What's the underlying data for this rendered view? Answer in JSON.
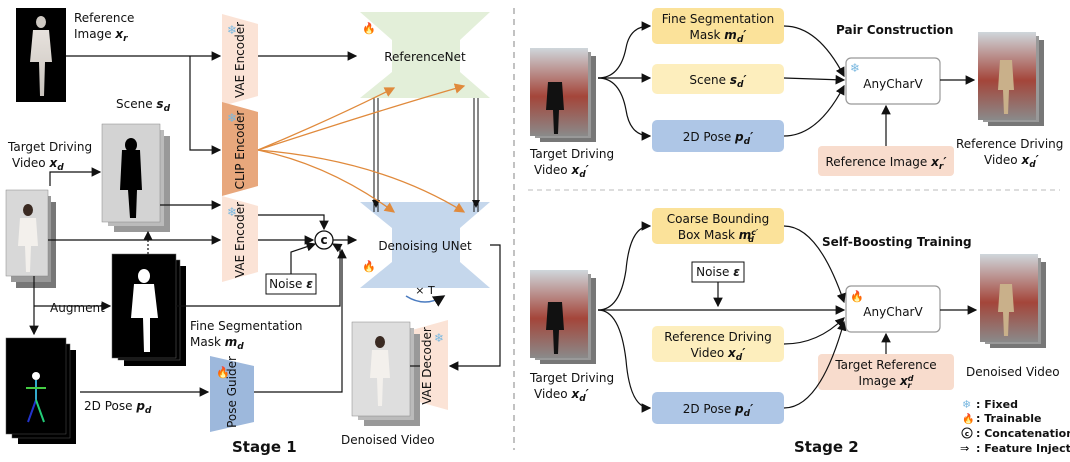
{
  "stage1": {
    "title": "Stage 1",
    "reference_image": {
      "label_line1": "Reference",
      "label_line2": "Image",
      "var": "x",
      "sub": "r"
    },
    "scene": {
      "label": "Scene",
      "var": "s",
      "sub": "d"
    },
    "target_video": {
      "label_line1": "Target Driving",
      "label_line2": "Video",
      "var": "x",
      "sub": "d"
    },
    "vae_encoder_top": "VAE Encoder",
    "clip_encoder": "CLIP Encoder",
    "vae_encoder_mid": "VAE Encoder",
    "pose_guider": "Pose Guider",
    "vae_decoder": "VAE Decoder",
    "referencenet": "ReferenceNet",
    "denoising_unet": "Denoising UNet",
    "concat_symbol": "c",
    "noise": {
      "label": "Noise",
      "var": "ε"
    },
    "augment": "Augment",
    "fine_mask": {
      "label_line1": "Fine Segmentation",
      "label_line2": "Mask",
      "var": "m",
      "sub": "d"
    },
    "pose_2d": {
      "label": "2D Pose",
      "var": "p",
      "sub": "d"
    },
    "loop": "× T",
    "denoised_video": "Denoised Video"
  },
  "stage2": {
    "title": "Stage 2",
    "pair_construction": "Pair Construction",
    "self_boosting": "Self-Boosting Training",
    "top": {
      "fine_mask": {
        "line1": "Fine Segmentation",
        "line2": "Mask",
        "var": "m",
        "sub": "d",
        "prime": "′"
      },
      "scene": {
        "label": "Scene",
        "var": "s",
        "sub": "d",
        "prime": "′"
      },
      "pose": {
        "label": "2D Pose",
        "var": "p",
        "sub": "d",
        "prime": "′"
      },
      "anycharv": "AnyCharV",
      "reference_image": {
        "label": "Reference Image",
        "var": "x",
        "sub": "r",
        "prime": "′"
      },
      "target_video": {
        "line1": "Target Driving",
        "line2": "Video",
        "var": "x",
        "sub": "d",
        "prime": "′"
      },
      "output": {
        "line1": "Reference Driving",
        "line2": "Video",
        "var": "x",
        "sub": "d",
        "prime": "′"
      }
    },
    "bottom": {
      "coarse_mask": {
        "line1": "Coarse Bounding",
        "line2": "Box Mask",
        "var": "m",
        "sub": "d",
        "sup": "c′"
      },
      "noise": {
        "label": "Noise",
        "var": "ε"
      },
      "ref_video": {
        "line1": "Reference Driving",
        "line2": "Video",
        "var": "x",
        "sub": "d",
        "prime": "′"
      },
      "pose": {
        "label": "2D Pose",
        "var": "p",
        "sub": "d",
        "prime": "′"
      },
      "anycharv": "AnyCharV",
      "target_ref": {
        "line1": "Target Reference",
        "line2": "Image",
        "var": "x",
        "sub": "r",
        "sup": "d"
      },
      "target_video": {
        "line1": "Target Driving",
        "line2": "Video",
        "var": "x",
        "sub": "d",
        "prime": "′"
      },
      "output": "Denoised Video"
    }
  },
  "legend": {
    "fixed": ": Fixed",
    "trainable": ": Trainable",
    "concatenation": ": Concatenation",
    "feature_injection": ": Feature Injection"
  },
  "colors": {
    "vae": "#fbe3d6",
    "clip": "#e8a77c",
    "pose_guider": "#9db8dc",
    "referencenet": "#e3efd9",
    "unet": "#c5d7ec",
    "yellow": "#fbe29a",
    "yellow_light": "#fdeebd",
    "blue_box": "#aec6e6",
    "pink_box": "#f8dccd",
    "orange_arrow": "#e08a3c"
  }
}
